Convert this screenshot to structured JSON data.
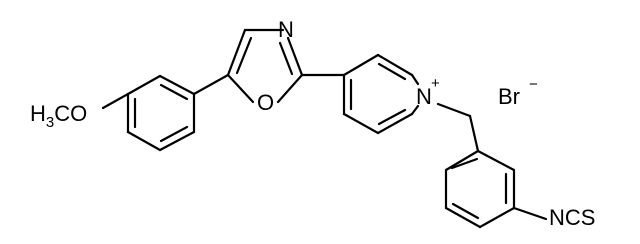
{
  "structure": {
    "methoxy": {
      "H": "H",
      "sub3": "3",
      "rest": "CO"
    },
    "oxazole_n": "N",
    "oxazole_o": "O",
    "pyridinium_n": "N",
    "pyridinium_charge": "+",
    "isothiocyanate": "NCS",
    "counterion": "Br",
    "counterion_charge": "−"
  }
}
